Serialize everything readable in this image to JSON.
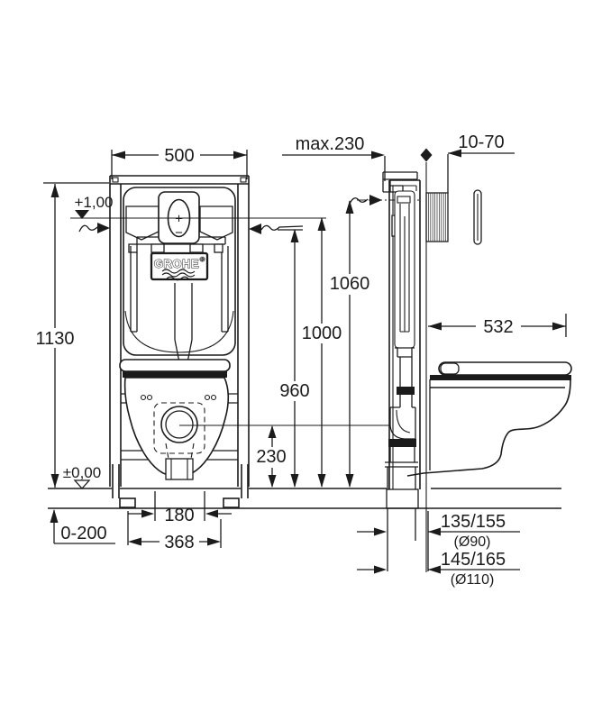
{
  "front_view": {
    "width": "500",
    "height": "1130",
    "level_top": "+1,00",
    "level_floor": "±0,00",
    "floor_buildup_range": "0-200",
    "fixing_distance": "180",
    "feet_span": "368",
    "brand": "GROHE",
    "registered_mark": "®",
    "button_plus": "+",
    "button_minus": "−"
  },
  "side_view": {
    "frame_depth_max": "max.230",
    "plate_depth_range": "10-70",
    "height_supply": "1060",
    "height_plate": "1000",
    "height_mid": "960",
    "height_outlet": "230",
    "pan_depth": "532",
    "drain_small": "135/155",
    "drain_small_diameter": "(Ø90)",
    "drain_large": "145/165",
    "drain_large_diameter": "(Ø110)"
  }
}
